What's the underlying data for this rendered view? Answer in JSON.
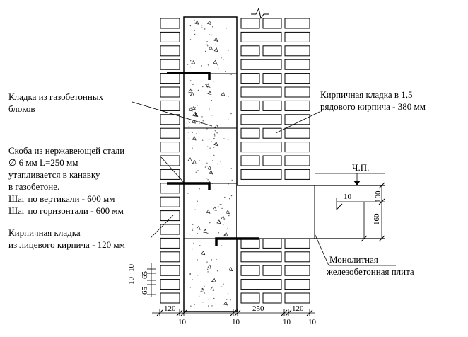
{
  "labels": {
    "aerated_blocks": [
      "Кладка из газобетонных",
      "блоков"
    ],
    "brick_15": [
      "Кирпичная кладка в 1,5",
      "рядового кирпича - 380 мм"
    ],
    "tie": [
      "Скоба из нержавеющей стали",
      "∅ 6 мм L=250 мм",
      "утапливается в канавку",
      "в газобетоне.",
      "Шаг по вертикали - 600 мм",
      "Шаг по горизонтали - 600 мм"
    ],
    "facing": [
      "Кирпичная кладка",
      "из лицевого кирпича - 120 мм"
    ],
    "slab": [
      "Монолитная",
      "железобетонная плита"
    ],
    "level_mark": "Ч.П."
  },
  "dims": {
    "bottom": [
      "120",
      "10",
      "10",
      "250",
      "10",
      "120",
      "10"
    ],
    "left": [
      "10",
      "65",
      "10",
      "65"
    ],
    "right": [
      "100",
      "160"
    ],
    "inner": "10"
  },
  "colors": {
    "line": "#000000",
    "fill": "#ffffff",
    "dots": "#555555"
  }
}
